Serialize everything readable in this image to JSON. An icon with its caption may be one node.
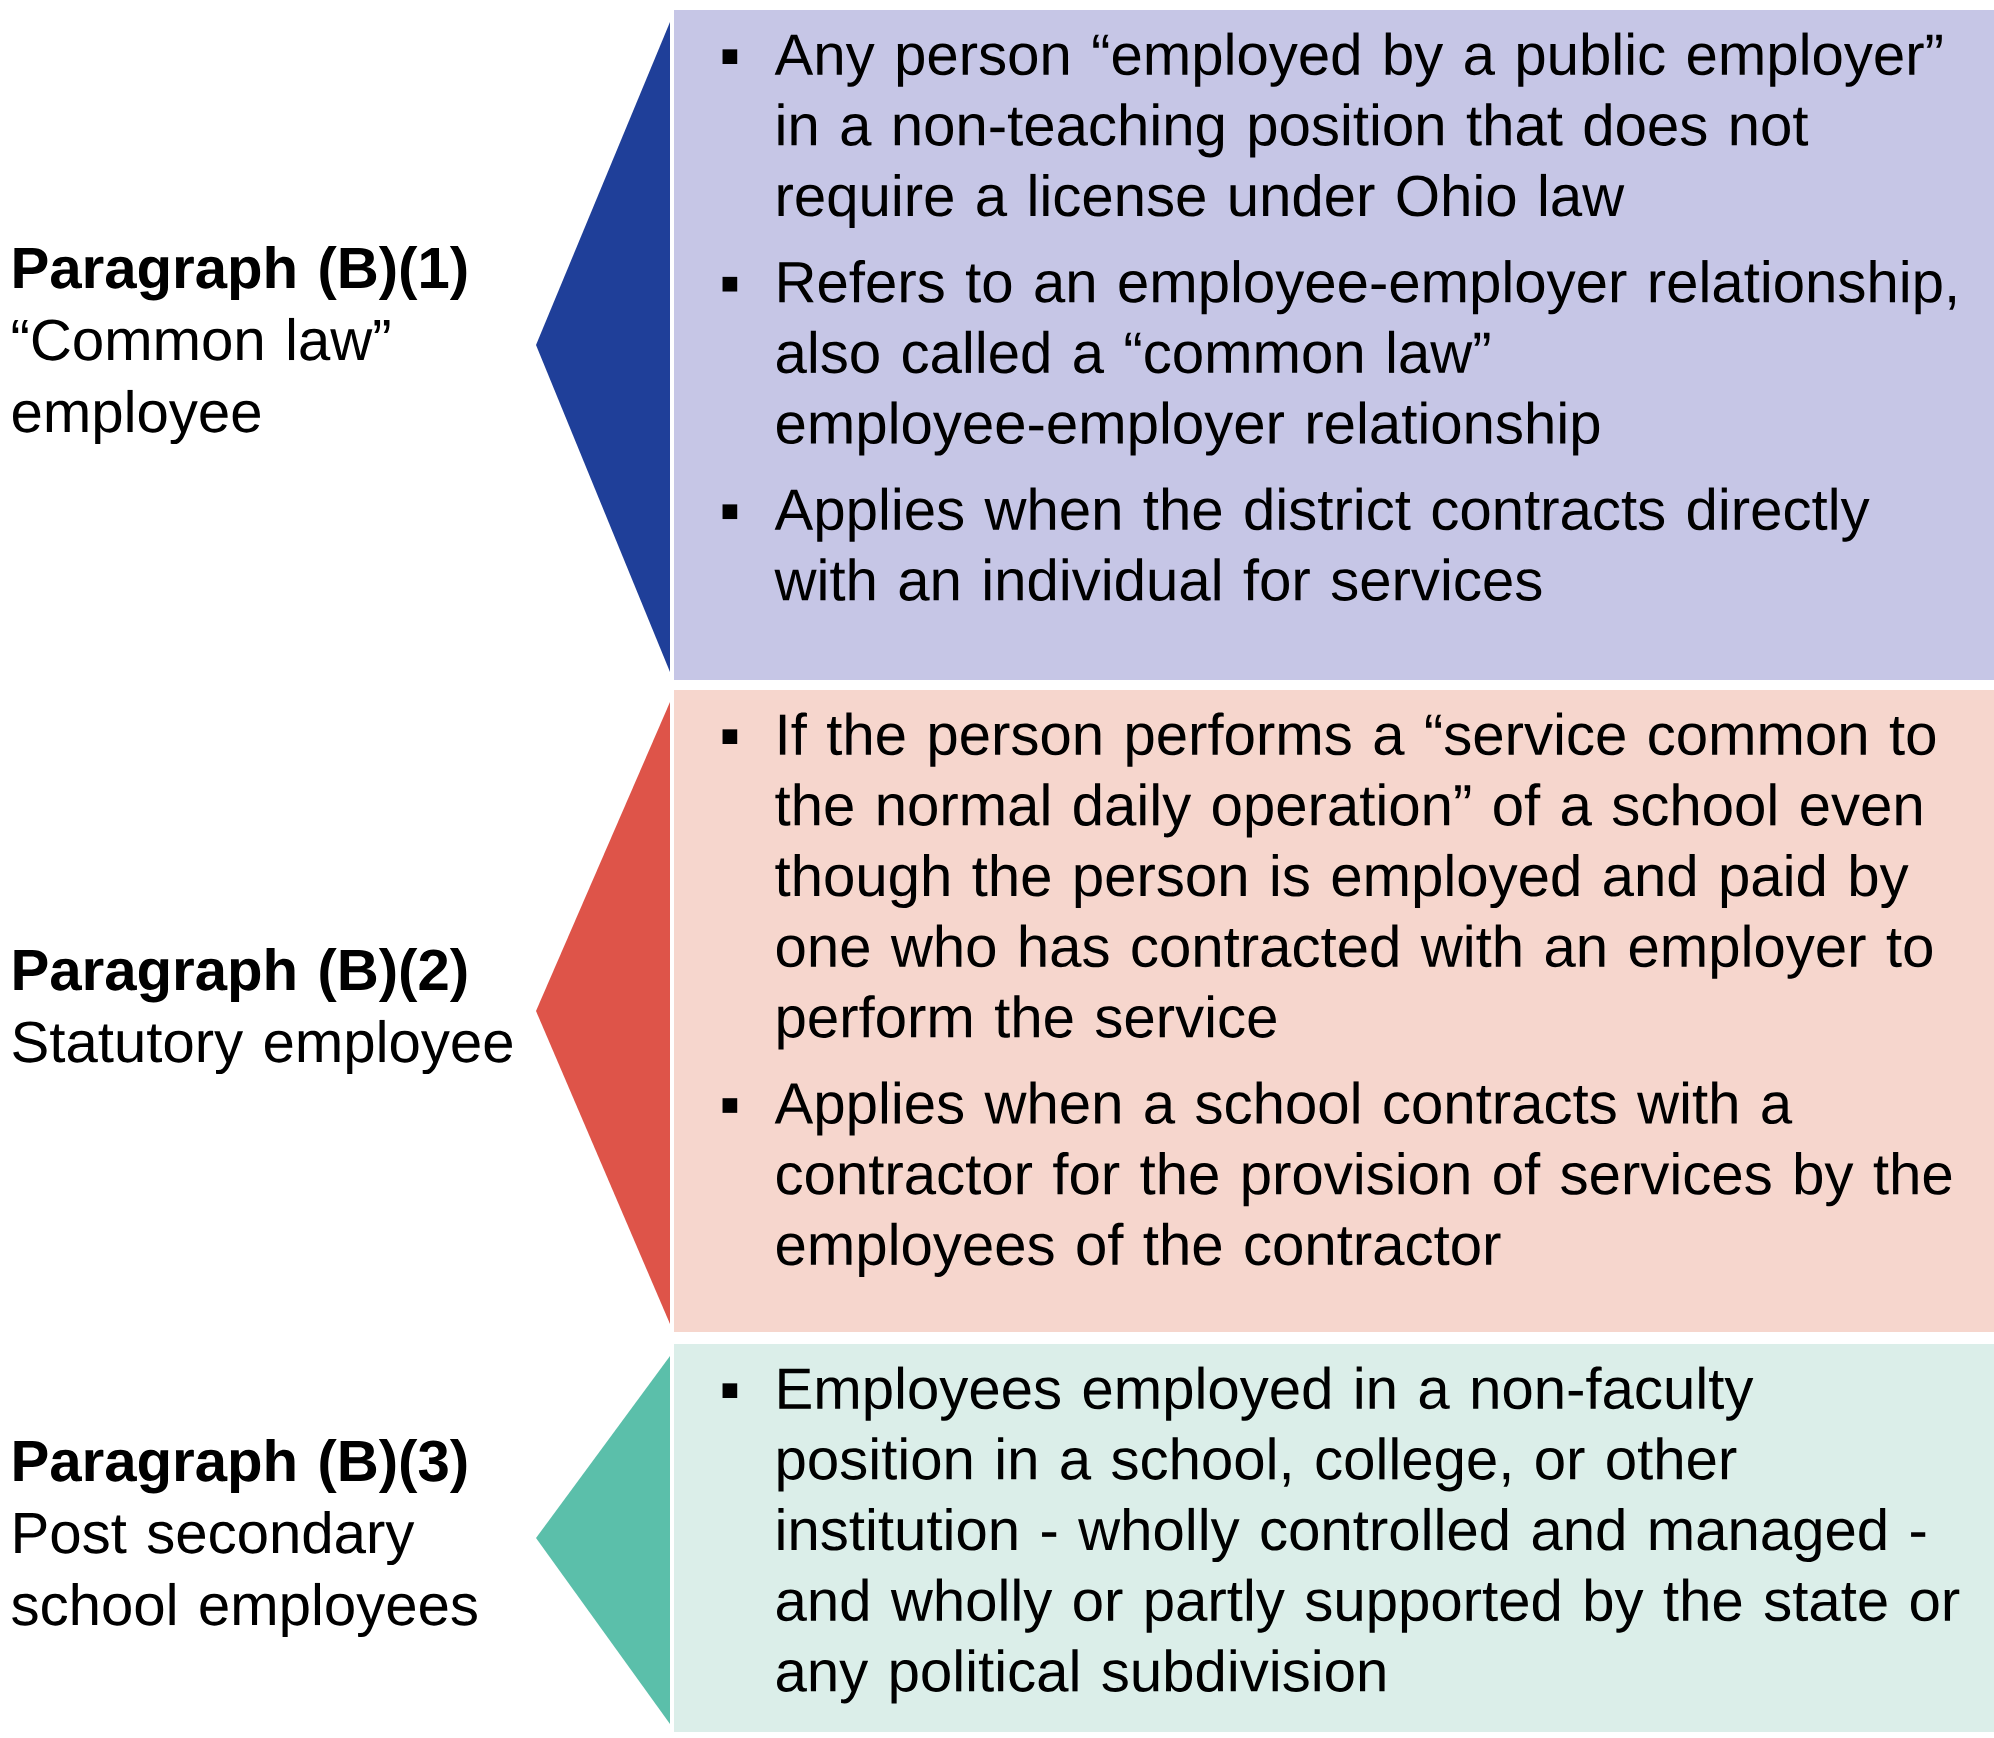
{
  "diagram": {
    "nodes": [
      {
        "text": [
          "Paragraph (B)(1)",
          "“Common law” employee"
        ]
      },
      {
        "text": [
          "Any person “employed by a public employer” in a non-teaching position that does not require a license under Ohio law",
          "Refers to an employee-employer relationship, also called a “common law” employee-employer relationship",
          "Applies when the district contracts directly with an individual for services"
        ]
      },
      {
        "text": [
          "Paragraph (B)(2)",
          "Statutory employee"
        ]
      },
      {
        "text": [
          "If the person performs a “service common to the normal daily operation” of a school even though the person is employed and paid by one who has contracted with an employer to perform the service",
          "Applies when a school contracts with a contractor for the provision of services by the employees of the contractor"
        ]
      },
      {
        "text": [
          "Paragraph (B)(3)",
          "Post secondary school employees"
        ]
      },
      {
        "text": [
          "Employees employed in a non-faculty position in a school, college, or other institution - wholly controlled and managed - and wholly or partly supported by the state or any political subdivision"
        ]
      }
    ]
  }
}
